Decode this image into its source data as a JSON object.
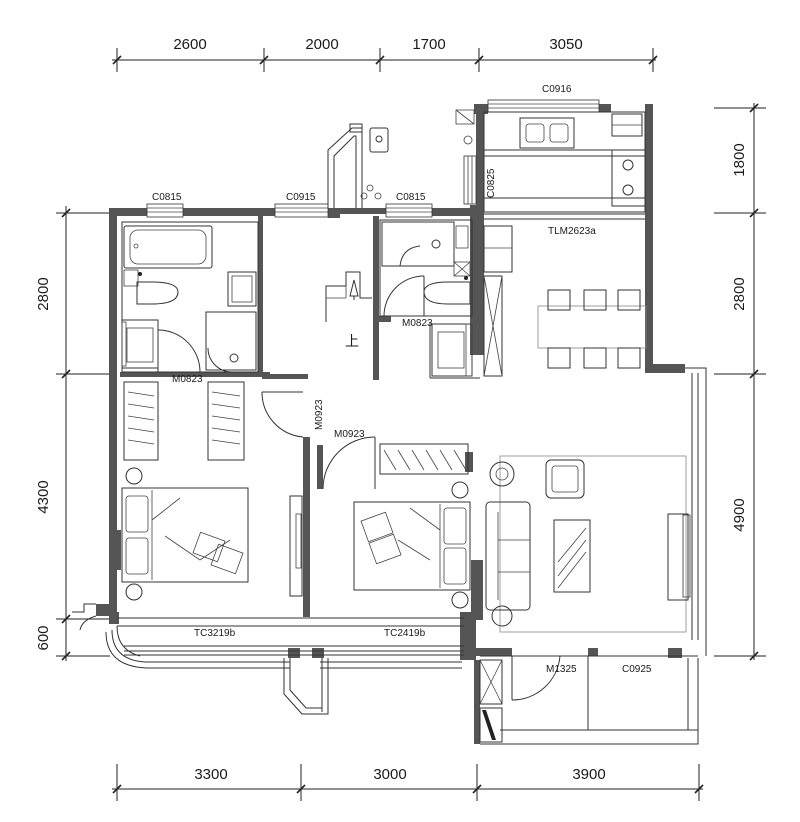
{
  "dimensions": {
    "top": [
      "2600",
      "2000",
      "1700",
      "3050"
    ],
    "bottom": [
      "3300",
      "3000",
      "3900"
    ],
    "left": [
      "2800",
      "4300",
      "600"
    ],
    "right": [
      "1800",
      "2800",
      "4900"
    ]
  },
  "windows": {
    "c0916": "C0916",
    "c0825": "C0825",
    "c0815_left": "C0815",
    "c0915": "C0915",
    "c0815_mid": "C0815",
    "tlm2623a": "TLM2623a",
    "tc3219b": "TC3219b",
    "tc2419b": "TC2419b",
    "c0925": "C0925"
  },
  "doors": {
    "m0823_left": "M0823",
    "m0823_mid": "M0823",
    "m0923_a": "M0923",
    "m0923_b": "M0923",
    "m1325": "M1325"
  },
  "stair_label": "上"
}
